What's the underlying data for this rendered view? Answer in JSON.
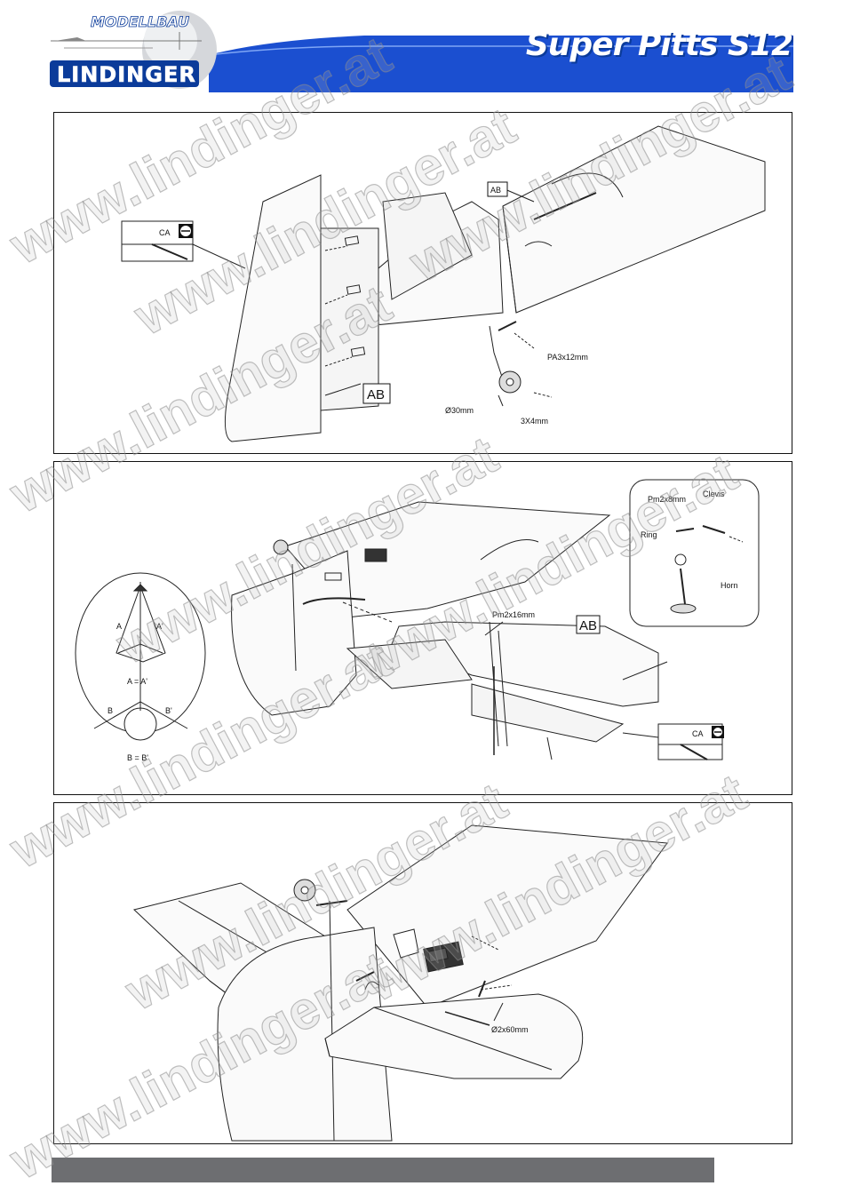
{
  "header": {
    "logo_top_text": "MODELLBAU",
    "logo_bottom_text": "LINDINGER",
    "title": "Super Pitts S12",
    "colors": {
      "blue": "#1b4fd0",
      "dark_blue": "#0b3b9a",
      "footer_grey": "#6d6e71"
    }
  },
  "watermark": {
    "text": "www.lindinger.at"
  },
  "panel1": {
    "label_ab_top": "AB",
    "label_ab_bottom": "AB",
    "label_ca": "CA",
    "label_screw": "PA3x12mm",
    "label_wheel": "Ø30mm",
    "label_collar": "3X4mm"
  },
  "panel2": {
    "label_pm2x8": "Pm2x8mm",
    "label_clevis": "Clevis",
    "label_ring": "Ring",
    "label_horn": "Horn",
    "label_pm2x16": "Pm2x16mm",
    "label_ab": "AB",
    "label_ca": "CA",
    "label_a": "A",
    "label_a_prime": "A'",
    "label_a_eq": "A = A'",
    "label_b": "B",
    "label_b_prime": "B'",
    "label_b_eq": "B = B'"
  },
  "panel3": {
    "label_rod": "Ø2x60mm"
  }
}
